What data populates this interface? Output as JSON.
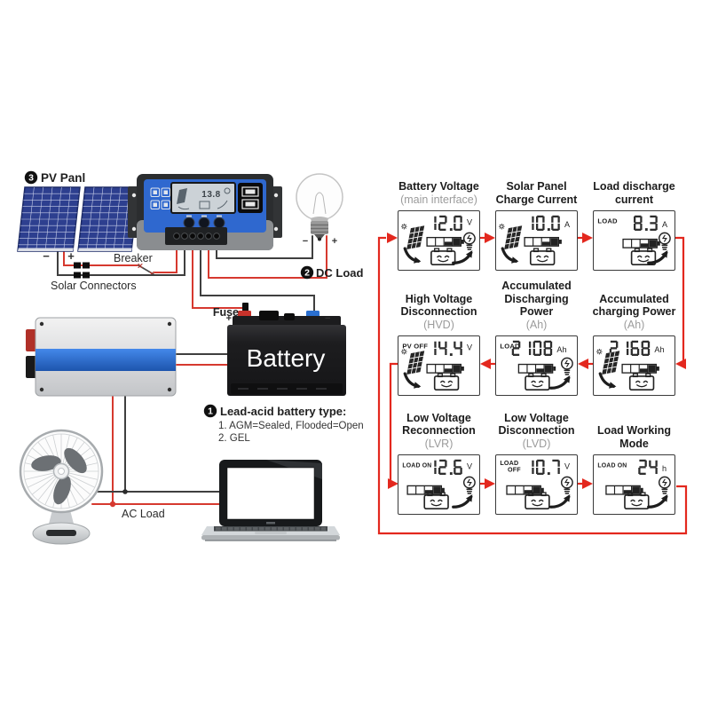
{
  "colors": {
    "accent_red": "#e3281e",
    "wire_red": "#d6392f",
    "wire_black": "#3f3f3f",
    "controller_blue": "#2f68cf",
    "pv_panel_blue": "#2d3f8f",
    "inverter_blue": "#2f6fd6",
    "battery_positive_red": "#c8322b",
    "battery_negative_blue": "#2a6fd0"
  },
  "left_diagram": {
    "pv": {
      "badge": "3",
      "label": "PV Panl",
      "minus": "−",
      "plus": "+"
    },
    "solar_connectors_label": "Solar Connectors",
    "breaker_label": "Breaker",
    "dc_load": {
      "badge": "2",
      "label": "DC Load",
      "minus": "−",
      "plus": "+"
    },
    "fuse_label": "Fuse",
    "battery": {
      "label": "Battery",
      "plus": "+",
      "minus": "−"
    },
    "battery_type": {
      "badge": "1",
      "title": "Lead-acid battery type:",
      "items": [
        "1. AGM=Sealed, Flooded=Open",
        "2. GEL"
      ]
    },
    "ac_load_label": "AC Load",
    "controller": {
      "lcd_value": "13.8"
    }
  },
  "lcd_grid": {
    "cells": [
      {
        "title": "Battery Voltage",
        "subtitle": "(main interface)",
        "prefix": "",
        "prefix2": "",
        "value": "12.0",
        "unit": "V",
        "icons": [
          "sun-icon",
          "solar-panel-icon",
          "battery-gauge-icon",
          "bulb-icon",
          "battery-smiley-icon",
          "arrow-in-icon",
          "arrow-out-icon"
        ]
      },
      {
        "title": "Solar Panel Charge Current",
        "subtitle": "",
        "prefix": "",
        "prefix2": "",
        "value": "10.0",
        "unit": "A",
        "icons": [
          "sun-icon",
          "solar-panel-icon",
          "battery-gauge-icon",
          "battery-smiley-icon",
          "arrow-in-icon"
        ]
      },
      {
        "title": "Load discharge current",
        "subtitle": "",
        "prefix": "LOAD",
        "prefix2": "",
        "value": "8.3",
        "unit": "A",
        "icons": [
          "battery-gauge-icon",
          "bulb-icon",
          "battery-smiley-icon",
          "arrow-out-icon"
        ]
      },
      {
        "title": "High Voltage Disconnection",
        "subtitle": "(HVD)",
        "prefix": "PV OFF",
        "prefix2": "",
        "value": "14.4",
        "unit": "V",
        "icons": [
          "sun-icon",
          "solar-panel-icon",
          "battery-gauge-icon",
          "battery-smiley-icon",
          "arrow-in-icon"
        ]
      },
      {
        "title": "Accumulated Discharging Power",
        "subtitle": "(Ah)",
        "prefix": "LOAD",
        "prefix2": "",
        "value": "2108",
        "unit": "Ah",
        "icons": [
          "battery-gauge-icon",
          "bulb-icon",
          "battery-smiley-icon",
          "arrow-out-icon"
        ]
      },
      {
        "title": "Accumulated charging Power",
        "subtitle": "(Ah)",
        "prefix": "",
        "prefix2": "",
        "value": "2168",
        "unit": "Ah",
        "icons": [
          "sun-icon",
          "solar-panel-icon",
          "battery-gauge-icon",
          "battery-smiley-icon",
          "arrow-in-icon"
        ]
      },
      {
        "title": "Low Voltage Reconnection",
        "subtitle": "(LVR)",
        "prefix": "LOAD ON",
        "prefix2": "",
        "value": "12.6",
        "unit": "V",
        "icons": [
          "battery-gauge-icon",
          "bulb-icon",
          "battery-smiley-icon",
          "arrow-out-icon"
        ]
      },
      {
        "title": "Low Voltage Disconnection",
        "subtitle": "(LVD)",
        "prefix": "LOAD",
        "prefix2": "OFF",
        "value": "10.7",
        "unit": "V",
        "icons": [
          "battery-gauge-icon",
          "bulb-icon",
          "battery-smiley-icon",
          "arrow-out-icon"
        ]
      },
      {
        "title": "Load Working Mode",
        "subtitle": "",
        "prefix": "LOAD ON",
        "prefix2": "",
        "value": "24",
        "unit": "h",
        "icons": [
          "battery-gauge-icon",
          "bulb-icon",
          "battery-smiley-icon",
          "arrow-out-icon"
        ]
      }
    ]
  }
}
